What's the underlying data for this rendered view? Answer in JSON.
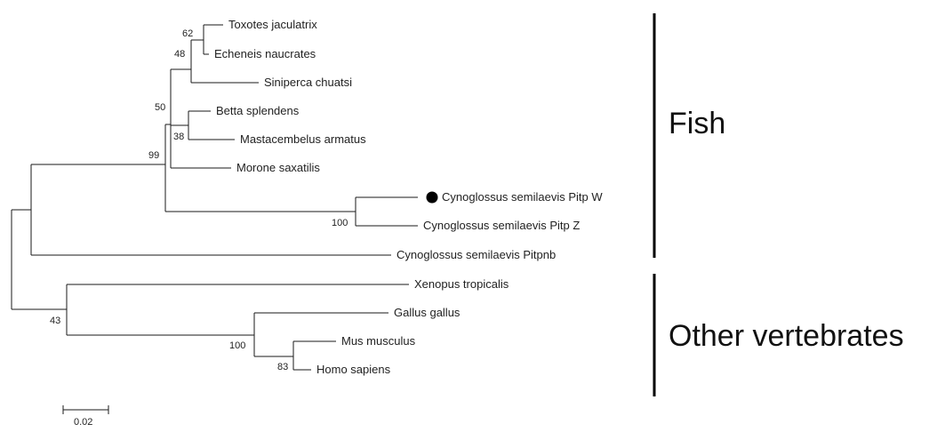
{
  "taxa": {
    "toxotes": "Toxotes jaculatrix",
    "echeneis": "Echeneis naucrates",
    "siniperca": "Siniperca chuatsi",
    "betta": "Betta splendens",
    "mastacembelus": "Mastacembelus armatus",
    "morone": "Morone saxatilis",
    "cs_pitp_w": "Cynoglossus semilaevis Pitp W",
    "cs_pitp_z": "Cynoglossus semilaevis Pitp Z",
    "cs_pitpnb": "Cynoglossus semilaevis Pitpnb",
    "xenopus": "Xenopus tropicalis",
    "gallus": "Gallus gallus",
    "mus": "Mus musculus",
    "homo": "Homo sapiens"
  },
  "bootstrap": {
    "toxotes_echeneis": "62",
    "with_siniperca": "48",
    "perciform_clade": "50",
    "betta_mastacembelus": "38",
    "fish_core": "99",
    "cs_pitp_pair": "100",
    "other_vertebrates": "43",
    "amniotes": "100",
    "mammals": "83"
  },
  "scale_bar": {
    "label": "0.02"
  },
  "groups": {
    "fish": "Fish",
    "other": "Other vertebrates"
  },
  "marker": {
    "color": "#000000",
    "taxon": "Cynoglossus semilaevis Pitp W"
  }
}
